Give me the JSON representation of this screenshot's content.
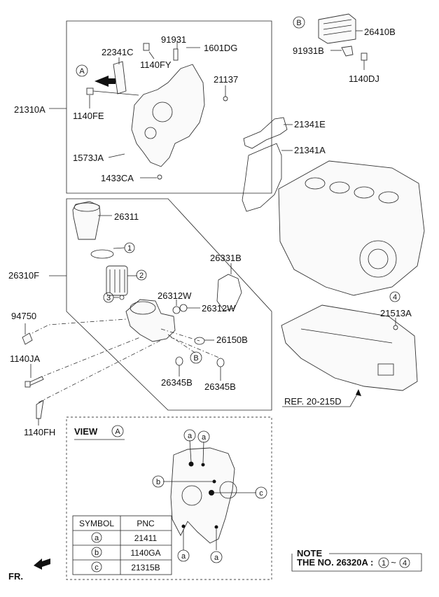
{
  "labels": {
    "l_21310A": "21310A",
    "l_22341C": "22341C",
    "l_91931": "91931",
    "l_1601DG": "1601DG",
    "l_1140FY": "1140FY",
    "l_21137": "21137",
    "l_1140FE": "1140FE",
    "l_1573JA": "1573JA",
    "l_1433CA": "1433CA",
    "l_26410B": "26410B",
    "l_91931B": "91931B",
    "l_1140DJ": "1140DJ",
    "l_21341E": "21341E",
    "l_21341A": "21341A",
    "l_26311": "26311",
    "l_26310F": "26310F",
    "l_26331B": "26331B",
    "l_26312W_a": "26312W",
    "l_26312W_b": "26312W",
    "l_94750": "94750",
    "l_26150B": "26150B",
    "l_1140JA": "1140JA",
    "l_26345B_a": "26345B",
    "l_26345B_b": "26345B",
    "l_1140FH": "1140FH",
    "l_21513A": "21513A",
    "l_ref": "REF. 20-215D"
  },
  "callouts": {
    "A": "A",
    "B": "B",
    "n1": "1",
    "n2": "2",
    "n3": "3",
    "n4": "4",
    "a": "a",
    "b": "b",
    "c": "c"
  },
  "view": {
    "title": "VIEW",
    "letter": "A"
  },
  "table": {
    "headers": [
      "SYMBOL",
      "PNC"
    ],
    "rows": [
      {
        "symbol": "a",
        "pnc": "21411"
      },
      {
        "symbol": "b",
        "pnc": "1140GA"
      },
      {
        "symbol": "c",
        "pnc": "21315B"
      }
    ]
  },
  "note": {
    "title": "NOTE",
    "text": "THE NO. 26320A :",
    "from": "1",
    "tilde": "~",
    "to": "4"
  },
  "fr": "FR."
}
